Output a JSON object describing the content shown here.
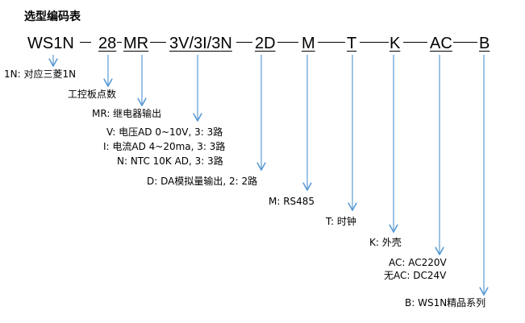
{
  "title": "选型编码表",
  "code": {
    "prefix": "WS1N",
    "points": "28",
    "output": "MR",
    "input": "3V/3I/3N",
    "da": "2D",
    "modbus": "M",
    "clock": "T",
    "shell": "K",
    "power": "AC",
    "series": "B"
  },
  "descriptions": {
    "prefix": "1N: 对应三菱1N",
    "points": "工控板点数",
    "output": "MR: 继电器输出",
    "input_v": "V: 电压AD 0~10V, 3: 3路",
    "input_i": "I: 电流AD 4~20ma, 3: 3路",
    "input_n": "N: NTC 10K AD, 3: 3路",
    "da": "D: DA模拟量输出, 2: 2路",
    "modbus": "M: RS485",
    "clock": "T: 时钟",
    "shell": "K: 外壳",
    "power_ac": "AC: AC220V",
    "power_dc": "无AC: DC24V",
    "series": "B: WS1N精品系列"
  }
}
